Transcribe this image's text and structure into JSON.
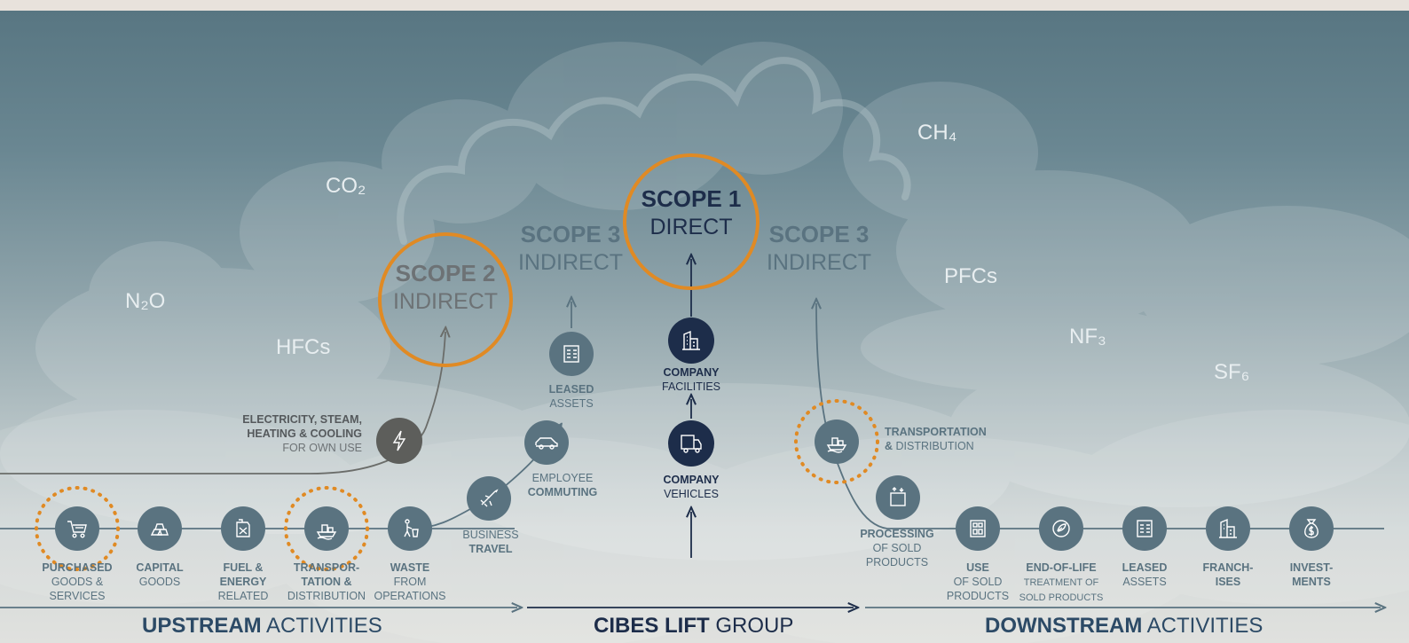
{
  "gases": {
    "co2": "CO₂",
    "ch4": "CH₄",
    "n2o": "N₂O",
    "hfcs": "HFCs",
    "pfcs": "PFCs",
    "nf3": "NF₃",
    "sf6": "SF₆"
  },
  "scopes": {
    "scope1": {
      "title": "SCOPE 1",
      "sub": "DIRECT"
    },
    "scope2": {
      "title": "SCOPE 2",
      "sub": "INDIRECT"
    },
    "scope3_left": {
      "title": "SCOPE 3",
      "sub": "INDIRECT"
    },
    "scope3_right": {
      "title": "SCOPE 3",
      "sub": "INDIRECT"
    }
  },
  "labels": {
    "electricity": {
      "l1": "ELECTRICITY, STEAM,",
      "l2": "HEATING & COOLING",
      "l3": "FOR OWN USE"
    },
    "leased_up": {
      "l1": "LEASED",
      "l2": "ASSETS"
    },
    "commuting": {
      "l1": "EMPLOYEE",
      "l2": "COMMUTING"
    },
    "travel": {
      "l1": "BUSINESS",
      "l2": "TRAVEL"
    },
    "facilities": {
      "l1": "COMPANY",
      "l2": "FACILITIES"
    },
    "vehicles": {
      "l1": "COMPANY",
      "l2": "VEHICLES"
    },
    "transport_down": {
      "l1": "TRANSPORTATION",
      "l2a": "&",
      "l2b": "DISTRIBUTION"
    },
    "processing": {
      "l1": "PROCESSING",
      "l2": "OF SOLD",
      "l3": "PRODUCTS"
    },
    "purchased": {
      "l1": "PURCHASED",
      "l2": "GOODS &",
      "l3": "SERVICES"
    },
    "capital": {
      "l1": "CAPITAL",
      "l2": "GOODS"
    },
    "fuel": {
      "l1": "FUEL &",
      "l2": "ENERGY",
      "l3": "RELATED"
    },
    "transport_up": {
      "l1": "TRANSPOR-",
      "l2": "TATION &",
      "l3": "DISTRIBUTION"
    },
    "waste": {
      "l1": "WASTE",
      "l2": "FROM",
      "l3": "OPERATIONS"
    },
    "use": {
      "l1": "USE",
      "l2": "OF SOLD",
      "l3": "PRODUCTS"
    },
    "eol": {
      "l1": "END-OF-LIFE",
      "l2": "TREATMENT OF",
      "l3": "SOLD PRODUCTS"
    },
    "leased_down": {
      "l1": "LEASED",
      "l2": "ASSETS"
    },
    "franchises": {
      "l1": "FRANCH-",
      "l2": "ISES"
    },
    "investments": {
      "l1": "INVEST-",
      "l2": "MENTS"
    }
  },
  "sections": {
    "upstream": {
      "bold": "UPSTREAM",
      "rest": "ACTIVITIES"
    },
    "group": {
      "bold": "CIBES LIFT",
      "rest": "GROUP"
    },
    "downstream": {
      "bold": "DOWNSTREAM",
      "rest": "ACTIVITIES"
    }
  },
  "colors": {
    "slate": "#5a7380",
    "navy": "#1d2d4a",
    "orange": "#e08a24",
    "grey_icon": "#5d5e5b"
  },
  "icons": [
    "cart-icon",
    "gold-bars-icon",
    "fuel-can-icon",
    "ship-icon",
    "waste-icon",
    "plane-icon",
    "car-icon",
    "document-icon",
    "building-icon",
    "truck-icon",
    "lightning-icon",
    "box-icon",
    "appliance-icon",
    "recycle-icon",
    "storefront-icon",
    "money-bag-icon"
  ]
}
